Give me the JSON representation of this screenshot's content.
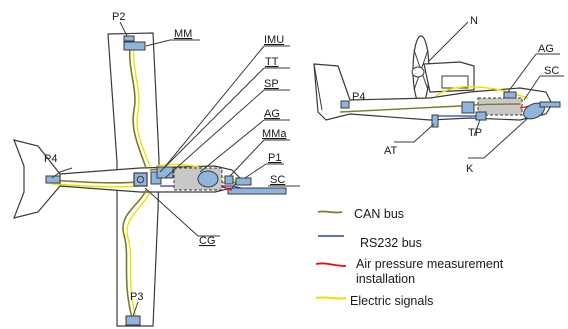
{
  "left_view": {
    "labels": {
      "p2": "P2",
      "mm": "MM",
      "imu": "IMU",
      "tt": "TT",
      "sp": "SP",
      "ag": "AG",
      "mma": "MMa",
      "p1": "P1",
      "sc": "SC",
      "p4": "P4",
      "cg": "CG",
      "p3": "P3"
    }
  },
  "right_view": {
    "labels": {
      "n": "N",
      "ag": "AG",
      "sc": "SC",
      "p4": "P4",
      "at": "AT",
      "tp": "TP",
      "k": "K"
    }
  },
  "legend": {
    "items": [
      {
        "label": "CAN bus",
        "color": "#7c7a2c"
      },
      {
        "label": "RS232 bus",
        "color": "#2f3fb4"
      },
      {
        "label": "Air pressure measurement installation",
        "line1": "Air pressure measurement",
        "line2": "installation",
        "color": "#e01010"
      },
      {
        "label": "Electric signals",
        "color": "#f0e000"
      }
    ]
  },
  "colors": {
    "outline": "#3a3a3a",
    "box_fill": "#8fb4de",
    "can_bus": "#7c7a2c",
    "rs232": "#2f3fb4",
    "air": "#e01010",
    "electric": "#f0e000"
  }
}
